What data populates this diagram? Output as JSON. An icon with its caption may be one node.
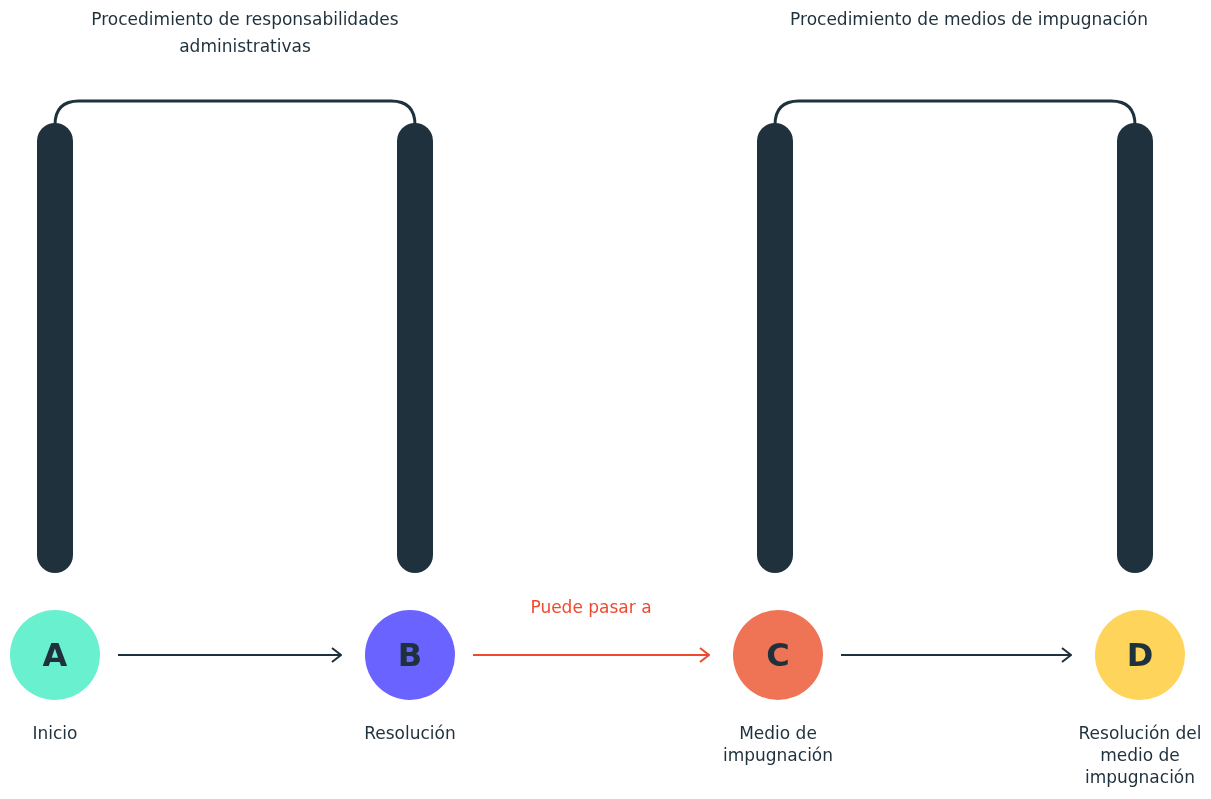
{
  "diagram": {
    "nodes": [
      {
        "text": [
          "A"
        ],
        "beside": [
          "Inicio"
        ]
      },
      {
        "text": [
          "B"
        ],
        "beside": [
          "Resolución"
        ]
      },
      {
        "text": [
          "C"
        ],
        "beside": [
          "Medio de impugnación"
        ]
      },
      {
        "text": [
          "D"
        ],
        "beside": [
          "Resolución del medio de impugnación"
        ]
      }
    ],
    "edges": [
      {
        "from": 0,
        "to": 1,
        "arrow": "to"
      },
      {
        "from": 1,
        "to": 2,
        "arrow": "to",
        "label": "Puede pasar a",
        "color": "#ee4a2f"
      },
      {
        "from": 2,
        "to": 3,
        "arrow": "to"
      }
    ],
    "labels": [
      "Procedimiento de responsabilidades administrativas",
      "Procedimiento de medios de impugnación"
    ]
  }
}
